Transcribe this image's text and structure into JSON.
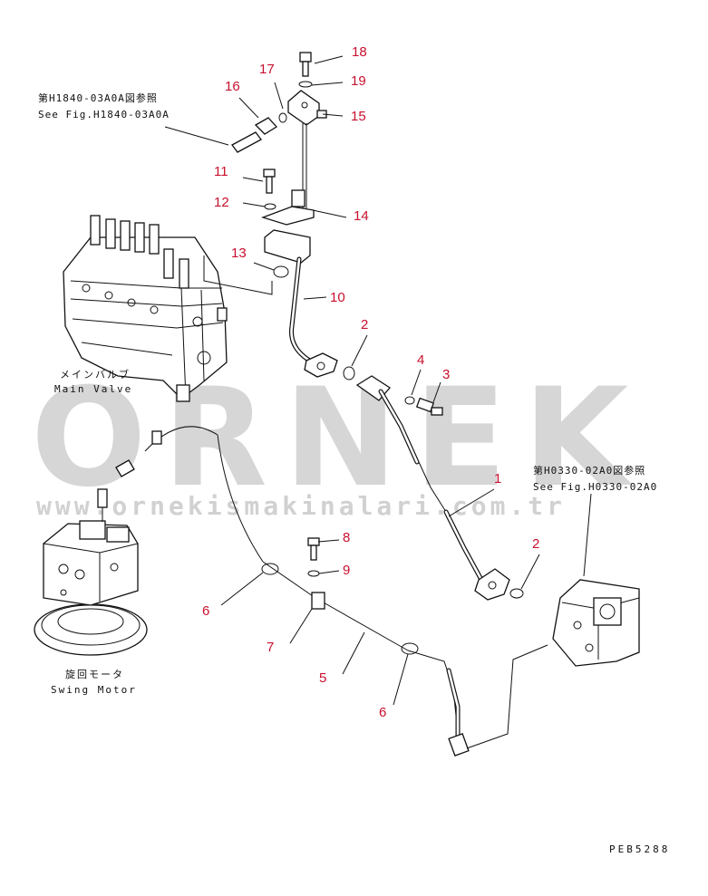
{
  "references": {
    "top_left_jp": "第H1840-03A0A図参照",
    "top_left_en": "See Fig.H1840-03A0A",
    "right_jp": "第H0330-02A0図参照",
    "right_en": "See Fig.H0330-02A0"
  },
  "assemblies": {
    "main_valve_jp": "メインバルブ",
    "main_valve_en": "Main Valve",
    "swing_motor_jp": "旋回モータ",
    "swing_motor_en": "Swing Motor"
  },
  "callouts": {
    "c1": "1",
    "c2a": "2",
    "c2b": "2",
    "c3": "3",
    "c5": "5",
    "c6a": "6",
    "c6b": "6",
    "c7": "7",
    "c8": "8",
    "c9": "9",
    "c10": "10",
    "c11": "11",
    "c12": "12",
    "c13": "13",
    "c14": "14",
    "c15": "15",
    "c16": "16",
    "c17": "17",
    "c18": "18",
    "c19": "19"
  },
  "watermark": {
    "brand": "ORNEK",
    "url": "www.ornekismakinalari.com.tr"
  },
  "drawing_code": "PEB5288",
  "colors": {
    "callout": "#c8102e",
    "watermark": "#cfcfcf",
    "line": "#111111"
  }
}
